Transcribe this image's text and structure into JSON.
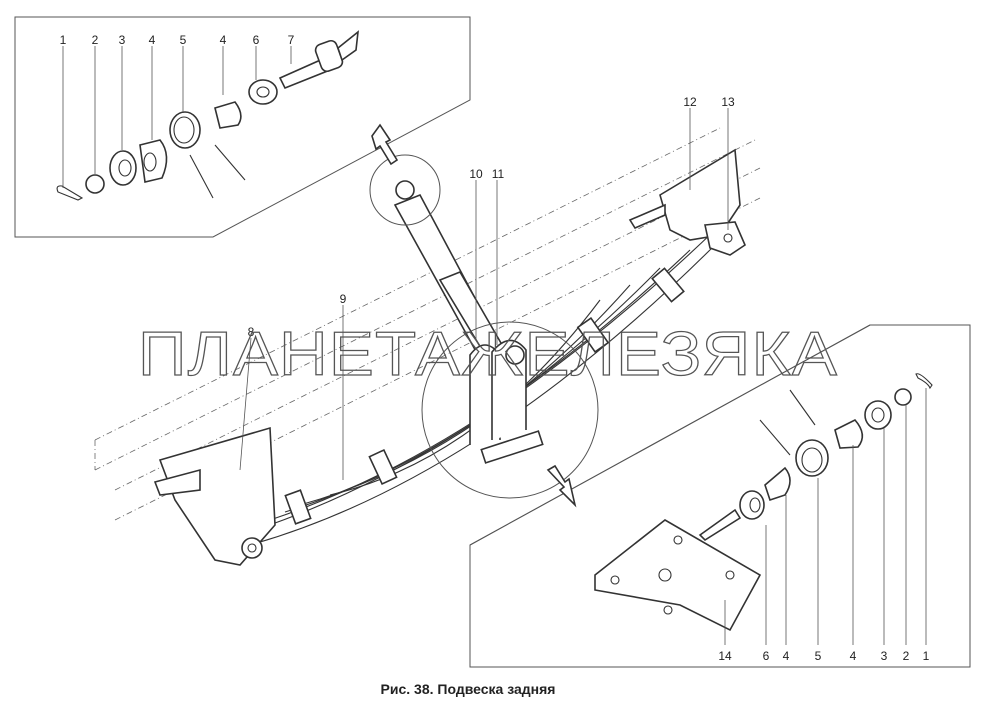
{
  "figure": {
    "caption": "Рис. 38. Подвеска задняя",
    "watermark": "ПЛАНЕТАЖЕЛЕЗЯКА",
    "top_detail_labels": [
      "1",
      "2",
      "3",
      "4",
      "5",
      "4",
      "6",
      "7"
    ],
    "main_labels": {
      "l8": "8",
      "l9": "9",
      "l10": "10",
      "l11": "11",
      "l12": "12",
      "l13": "13"
    },
    "bottom_detail_labels": [
      "14",
      "6",
      "4",
      "5",
      "4",
      "3",
      "2",
      "1"
    ]
  }
}
